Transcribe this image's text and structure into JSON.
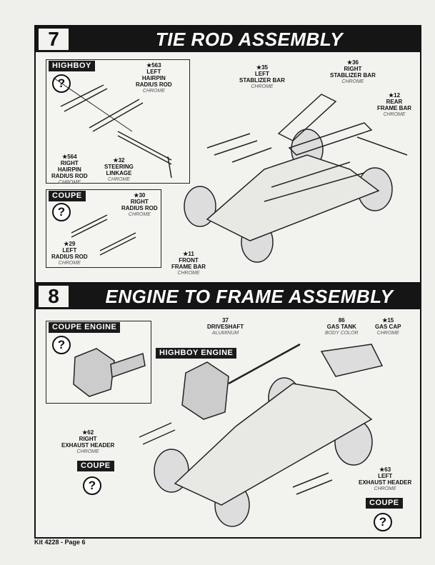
{
  "step7": {
    "number": "7",
    "title": "TIE ROD ASSEMBLY",
    "highboy": {
      "tag": "HIGHBOY",
      "help": "?"
    },
    "coupe": {
      "tag": "COUPE",
      "help": "?"
    },
    "parts": [
      {
        "id": "★563",
        "name": "LEFT\nHAIRPIN\nRADIUS ROD",
        "finish": "CHROME"
      },
      {
        "id": "★564",
        "name": "RIGHT\nHAIRPIN\nRADIUS ROD",
        "finish": "CHROME"
      },
      {
        "id": "★32",
        "name": "STEERING\nLINKAGE",
        "finish": "CHROME"
      },
      {
        "id": "★30",
        "name": "RIGHT\nRADIUS ROD",
        "finish": "CHROME"
      },
      {
        "id": "★29",
        "name": "LEFT\nRADIUS ROD",
        "finish": "CHROME"
      },
      {
        "id": "★35",
        "name": "LEFT\nSTABLIZER BAR",
        "finish": "CHROME"
      },
      {
        "id": "★36",
        "name": "RIGHT\nSTABLIZER BAR",
        "finish": "CHROME"
      },
      {
        "id": "★12",
        "name": "REAR\nFRAME BAR",
        "finish": "CHROME"
      },
      {
        "id": "★11",
        "name": "FRONT\nFRAME BAR",
        "finish": "CHROME"
      }
    ]
  },
  "step8": {
    "number": "8",
    "title": "ENGINE TO FRAME ASSEMBLY",
    "coupe_engine": {
      "tag": "COUPE ENGINE",
      "help": "?"
    },
    "highboy_engine": {
      "tag": "HIGHBOY ENGINE"
    },
    "parts": [
      {
        "id": "37",
        "name": "DRIVESHAFT",
        "finish": "ALUMINUM"
      },
      {
        "id": "86",
        "name": "GAS TANK",
        "finish": "BODY COLOR"
      },
      {
        "id": "★15",
        "name": "GAS CAP",
        "finish": "CHROME"
      },
      {
        "id": "★62",
        "name": "RIGHT\nEXHAUST HEADER",
        "finish": "CHROME"
      },
      {
        "id": "★63",
        "name": "LEFT\nEXHAUST HEADER",
        "finish": "CHROME"
      }
    ],
    "coupe_tag": "COUPE",
    "help": "?"
  },
  "footer": "Kit 4228 - Page 6"
}
